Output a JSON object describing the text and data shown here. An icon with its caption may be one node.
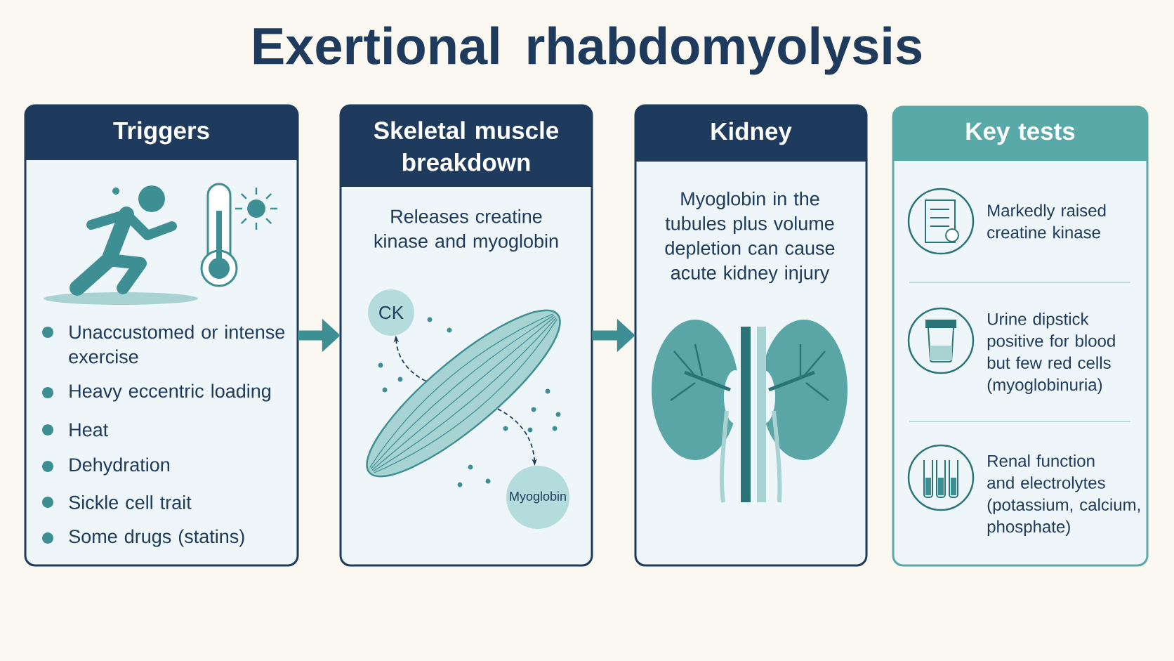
{
  "diagram": {
    "title": "Exertional rhabdomyolysis",
    "nodes": [
      {
        "text": [
          "Triggers",
          "Unaccustomed or intense exercise",
          "Heavy eccentric loading",
          "Heat",
          "Dehydration",
          "Sickle cell trait",
          "Some drugs (statins)"
        ]
      },
      {
        "text": [
          "Skeletal muscle breakdown",
          "Releases creatine kinase and myoglobin"
        ]
      },
      {
        "text": [],
        "shape": "picture",
        "in": 1
      },
      {
        "text": [
          "CK"
        ],
        "in": 1
      },
      {
        "text": [
          "Myoglobin"
        ],
        "in": 1
      },
      {
        "text": [
          "Kidney",
          "Myoglobin in the tubules plus volume depletion can cause acute kidney injury"
        ]
      },
      {
        "text": [
          "Key tests"
        ]
      },
      {
        "text": [
          "Markedly raised creatine kinase"
        ],
        "in": 6
      },
      {
        "text": [
          "Urine dipstick positive for blood but few red cells (myoglobinuria)"
        ],
        "in": 6
      },
      {
        "text": [
          "Renal function and electrolytes (potassium, calcium, phosphate)"
        ],
        "in": 6
      }
    ],
    "edges": [
      {
        "from": 0,
        "to": 1,
        "arrow": "to",
        "style": "thick",
        "color": "#3d8f93"
      },
      {
        "from": 2,
        "to": 3,
        "arrow": "to",
        "style": "dashed"
      },
      {
        "from": 2,
        "to": 4,
        "arrow": "to",
        "style": "dashed"
      },
      {
        "from": 1,
        "to": 5,
        "arrow": "to",
        "style": "thick",
        "color": "#3d8f93"
      }
    ]
  }
}
